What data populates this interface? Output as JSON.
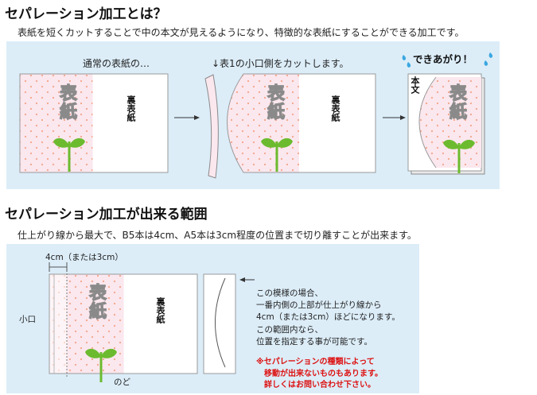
{
  "section1": {
    "title": "セパレーション加工とは？",
    "description": "表紙を短くカットすることで中の本文が見えるようになり、特徴的な表紙にすることができる加工です。",
    "step1_caption": "通常の表紙の…",
    "step2_caption": "↓表1の小口側をカットします。",
    "step3_caption": "できあがり！",
    "front_cover_text": "表紙",
    "back_cover_text": "裏表紙",
    "body_text_label": "本文"
  },
  "section2": {
    "title": "セパレーション加工が出来る範囲",
    "description": "仕上がり線から最大で、B5本は4cm、A5本は3cm程度の位置まで切り離すことが出来ます。",
    "width_label": "4cm（または3cm）",
    "fore_edge_label": "小口",
    "gutter_label": "のど",
    "front_cover_text": "表紙",
    "back_cover_text": "裏表紙",
    "explanation_lines": [
      "この模様の場合、",
      "一番内側の上部が仕上がり線から",
      "4cm（または3cm）ほどになります。",
      "この範囲内なら、",
      "位置を指定する事が可能です。"
    ],
    "note_lines": [
      "※セパレーションの種類によって",
      "移動が出来ないものもあります。",
      "詳しくはお問い合わせ下さい。"
    ]
  },
  "colors": {
    "panel_bg": "#dcedf8",
    "cover_pink": "#fbe7ee",
    "dot_orange": "#f2a58a",
    "leaf_green": "#6cbb2f",
    "note_red": "#dd1111"
  }
}
